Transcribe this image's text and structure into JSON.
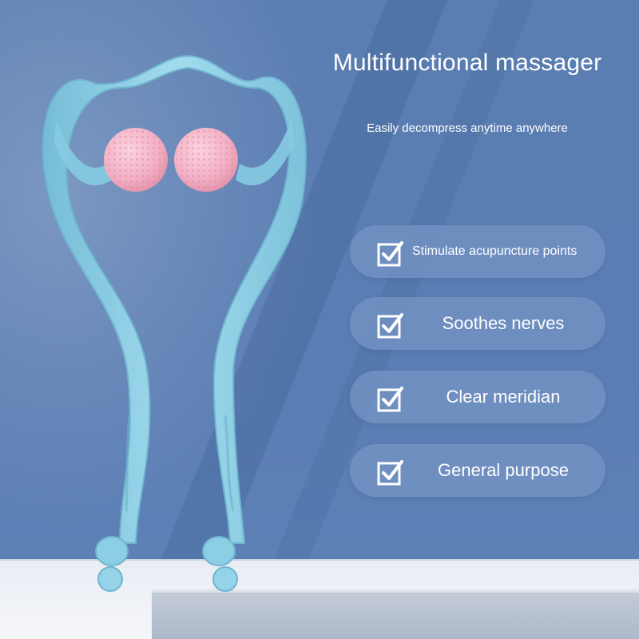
{
  "headline": "Multifunctional massager",
  "subheadline": "Easily decompress anytime anywhere",
  "features": [
    {
      "label": "Stimulate acupuncture points",
      "icon": "checkbox-check-icon"
    },
    {
      "label": "Soothes nerves",
      "icon": "checkbox-check-icon"
    },
    {
      "label": "Clear meridian",
      "icon": "checkbox-check-icon"
    },
    {
      "label": "General purpose",
      "icon": "checkbox-check-icon"
    }
  ],
  "colors": {
    "background": "#5b7eb2",
    "pill": "#7494c4",
    "massager_body": "#8fd0e6",
    "ball": "#f2b3c6",
    "text": "#ffffff"
  }
}
